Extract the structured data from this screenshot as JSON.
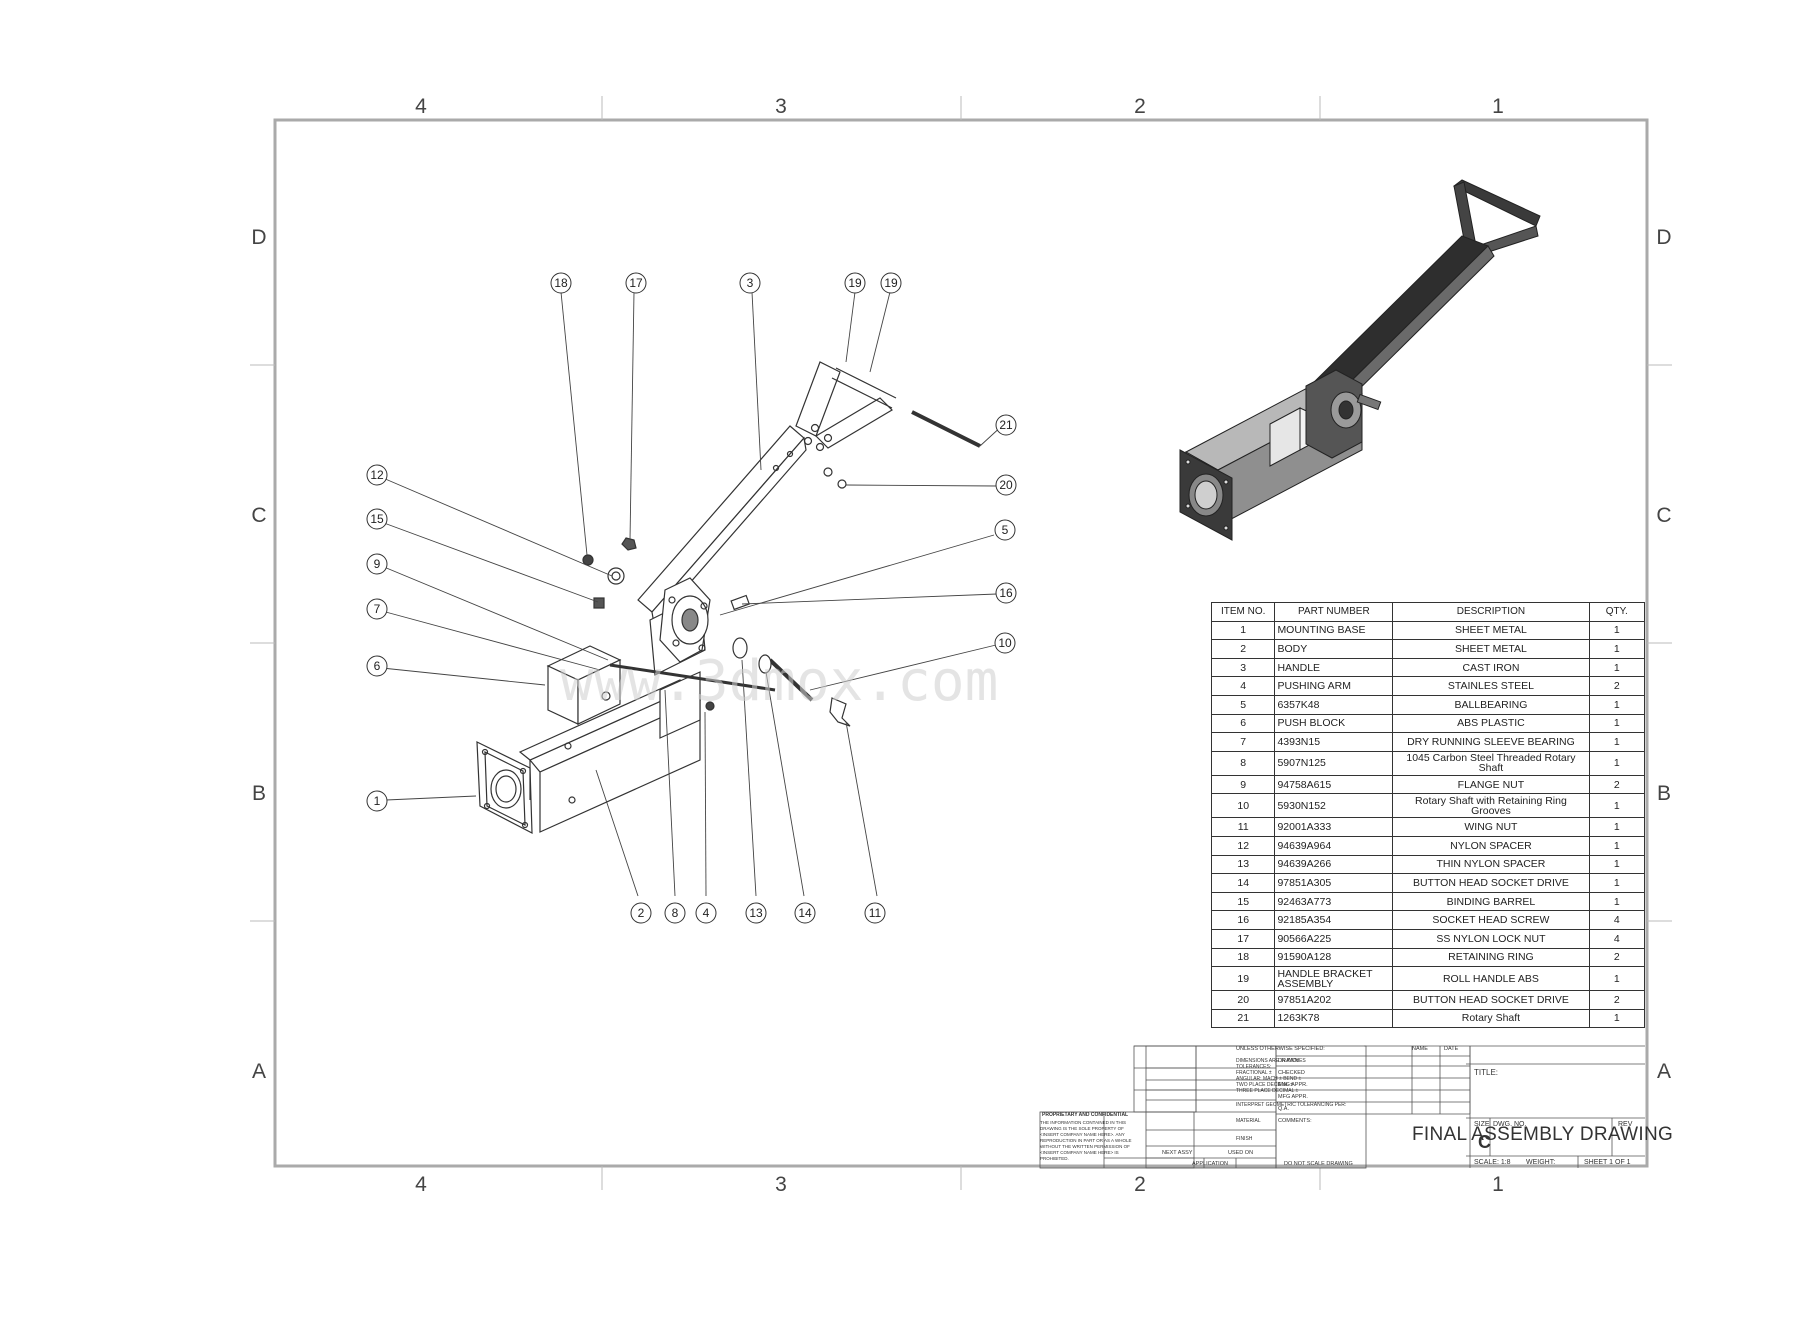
{
  "zones": {
    "columns": [
      "4",
      "3",
      "2",
      "1"
    ],
    "rows": [
      "D",
      "C",
      "B",
      "A"
    ]
  },
  "balloons": [
    "1",
    "2",
    "3",
    "4",
    "5",
    "6",
    "7",
    "8",
    "9",
    "10",
    "11",
    "12",
    "13",
    "14",
    "15",
    "16",
    "17",
    "18",
    "19",
    "19",
    "20",
    "21"
  ],
  "watermark": "www.3dmox.com",
  "bom": {
    "headers": [
      "ITEM NO.",
      "PART NUMBER",
      "DESCRIPTION",
      "QTY."
    ],
    "rows": [
      {
        "item": "1",
        "part": "MOUNTING BASE",
        "desc": "SHEET METAL",
        "qty": "1"
      },
      {
        "item": "2",
        "part": "BODY",
        "desc": "SHEET METAL",
        "qty": "1"
      },
      {
        "item": "3",
        "part": "HANDLE",
        "desc": "CAST IRON",
        "qty": "1"
      },
      {
        "item": "4",
        "part": "PUSHING ARM",
        "desc": "STAINLES STEEL",
        "qty": "2"
      },
      {
        "item": "5",
        "part": "6357K48",
        "desc": "BALLBEARING",
        "qty": "1"
      },
      {
        "item": "6",
        "part": "PUSH BLOCK",
        "desc": "ABS PLASTIC",
        "qty": "1"
      },
      {
        "item": "7",
        "part": "4393N15",
        "desc": "DRY RUNNING SLEEVE BEARING",
        "qty": "1"
      },
      {
        "item": "8",
        "part": "5907N125",
        "desc": "1045 Carbon Steel Threaded Rotary Shaft",
        "qty": "1"
      },
      {
        "item": "9",
        "part": "94758A615",
        "desc": "FLANGE NUT",
        "qty": "2"
      },
      {
        "item": "10",
        "part": "5930N152",
        "desc": "Rotary Shaft with Retaining Ring Grooves",
        "qty": "1"
      },
      {
        "item": "11",
        "part": "92001A333",
        "desc": "WING NUT",
        "qty": "1"
      },
      {
        "item": "12",
        "part": "94639A964",
        "desc": "NYLON SPACER",
        "qty": "1"
      },
      {
        "item": "13",
        "part": "94639A266",
        "desc": "THIN NYLON SPACER",
        "qty": "1"
      },
      {
        "item": "14",
        "part": "97851A305",
        "desc": "BUTTON HEAD SOCKET DRIVE",
        "qty": "1"
      },
      {
        "item": "15",
        "part": "92463A773",
        "desc": "BINDING BARREL",
        "qty": "1"
      },
      {
        "item": "16",
        "part": "92185A354",
        "desc": "SOCKET HEAD SCREW",
        "qty": "4"
      },
      {
        "item": "17",
        "part": "90566A225",
        "desc": "SS NYLON LOCK NUT",
        "qty": "4"
      },
      {
        "item": "18",
        "part": "91590A128",
        "desc": "RETAINING RING",
        "qty": "2"
      },
      {
        "item": "19",
        "part": "HANDLE BRACKET ASSEMBLY",
        "desc": "ROLL HANDLE  ABS",
        "qty": "1"
      },
      {
        "item": "20",
        "part": "97851A202",
        "desc": "BUTTON HEAD SOCKET DRIVE",
        "qty": "2"
      },
      {
        "item": "21",
        "part": "1263K78",
        "desc": "Rotary Shaft",
        "qty": "1"
      }
    ]
  },
  "title_block": {
    "title_label": "TITLE:",
    "drawing_title": "FINAL ASSEMBLY DRAWING",
    "size_label": "SIZE",
    "size": "C",
    "dwg_label": "DWG. NO.",
    "rev_label": "REV",
    "scale": "SCALE: 1:8",
    "weight_label": "WEIGHT:",
    "sheet": "SHEET 1 OF 1",
    "name_label": "NAME",
    "date_label": "DATE",
    "drawn": "DRAWN",
    "checked": "CHECKED",
    "eng_appr": "ENG APPR.",
    "mfg_appr": "MFG APPR.",
    "qa": "Q.A.",
    "comments": "COMMENTS:",
    "unless": "UNLESS OTHERWISE SPECIFIED:",
    "dims": "DIMENSIONS ARE IN INCHES",
    "tolerances": "TOLERANCES:",
    "fractional": "FRACTIONAL ±",
    "angular": "ANGULAR: MACH ±   BEND ±",
    "two_place": "TWO PLACE DECIMAL   ±",
    "three_place": "THREE PLACE DECIMAL  ±",
    "interpret": "INTERPRET GEOMETRIC TOLERANCING PER:",
    "material": "MATERIAL",
    "finish": "FINISH",
    "next_assy": "NEXT ASSY",
    "used_on": "USED ON",
    "application": "APPLICATION",
    "do_not_scale": "DO NOT SCALE DRAWING",
    "proprietary": "PROPRIETARY AND CONFIDENTIAL",
    "proprietary_text": "THE INFORMATION CONTAINED IN THIS DRAWING IS THE SOLE PROPERTY OF <INSERT COMPANY NAME HERE>. ANY REPRODUCTION IN PART OR AS A WHOLE WITHOUT THE WRITTEN PERMISSION OF <INSERT COMPANY NAME HERE> IS PROHIBITED."
  },
  "colors": {
    "line": "#333333",
    "frame": "#999999",
    "steel": "#8a8a8a",
    "dark": "#2b2b2b"
  }
}
